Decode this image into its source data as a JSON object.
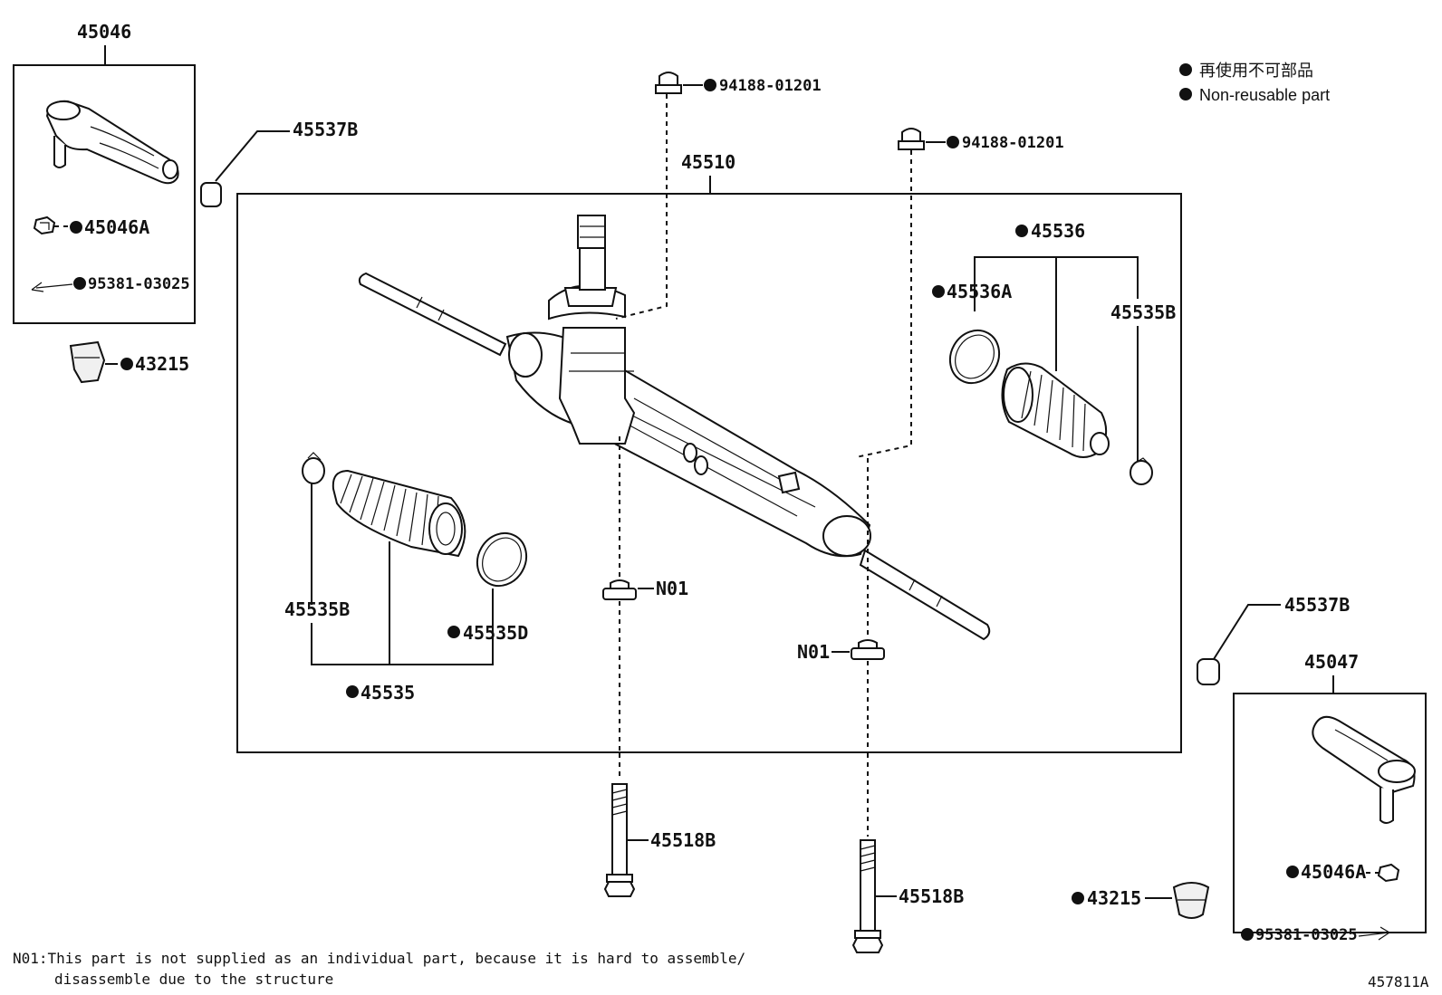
{
  "legend": {
    "line_ja": "再使用不可部品",
    "line_en": "Non-reusable part"
  },
  "labels": {
    "tie_rod_end_lh": "45046",
    "tie_rod_end_rh": "45047",
    "rack_assy": "45510",
    "nut_top_1": "94188-01201",
    "nut_top_2": "94188-01201",
    "boot_clip_lh": "45535B",
    "boot_clip_rh": "45535B",
    "boot_lh": "45535",
    "boot_ring_lh": "45535D",
    "boot_rh": "45536",
    "boot_ring_rh": "45536A",
    "bushing_lh": "45537B",
    "bushing_rh": "45537B",
    "nut_lh": "45046A",
    "nut_rh": "45046A",
    "pin_lh": "95381-03025",
    "pin_rh": "95381-03025",
    "cover_lh": "43215",
    "cover_rh": "43215",
    "n01_a": "N01",
    "n01_b": "N01",
    "bolt_a": "45518B",
    "bolt_b": "45518B"
  },
  "footnote": {
    "line1": "N01:This part is not supplied as an individual part, because it is hard to assemble/",
    "line2": "disassemble due to the structure"
  },
  "figure_id": "457811A"
}
